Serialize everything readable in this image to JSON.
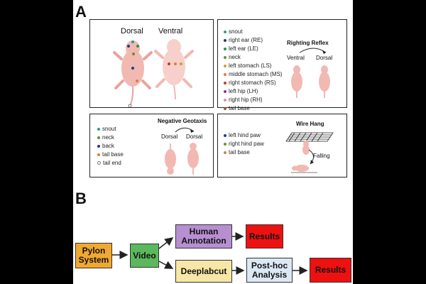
{
  "panelA": {
    "letter": "A",
    "pup_views": {
      "dorsal": "Dorsal",
      "ventral": "Ventral"
    },
    "keypoints_full": [
      {
        "label": "snout",
        "color": "#2a9d8f"
      },
      {
        "label": "right ear (RE)",
        "color": "#1f3b8c"
      },
      {
        "label": "left ear (LE)",
        "color": "#2e8b57"
      },
      {
        "label": "neck",
        "color": "#6a8f2a"
      },
      {
        "label": "left stomach (LS)",
        "color": "#c9a227"
      },
      {
        "label": "middle stomach (MS)",
        "color": "#e07b39"
      },
      {
        "label": "right stomach (RS)",
        "color": "#c0392b"
      },
      {
        "label": "left hip (LH)",
        "color": "#7d3c98"
      },
      {
        "label": "right hip (RH)",
        "color": "#d98cb3"
      },
      {
        "label": "tail base",
        "color": "#a0522d"
      }
    ],
    "righting_reflex": {
      "title": "Righting Reflex",
      "from": "Ventral",
      "to": "Dorsal"
    },
    "keypoints_geotaxis": [
      {
        "label": "snout",
        "color": "#2a9d8f"
      },
      {
        "label": "neck",
        "color": "#6a8f2a"
      },
      {
        "label": "back",
        "color": "#1f3b8c"
      },
      {
        "label": "tail base",
        "color": "#e07b39"
      },
      {
        "label": "tail end",
        "color": "#d98cb3"
      }
    ],
    "negative_geotaxis": {
      "title": "Negative Geotaxis",
      "from": "Dorsal",
      "to": "Dorsal"
    },
    "keypoints_wire": [
      {
        "label": "left hind paw",
        "color": "#1f3b8c"
      },
      {
        "label": "right hind paw",
        "color": "#6a8f2a"
      },
      {
        "label": "tail base",
        "color": "#e07b39"
      }
    ],
    "wire_hang": {
      "title": "Wire Hang",
      "falling": "Falling"
    }
  },
  "panelB": {
    "letter": "B",
    "nodes": {
      "pylon": {
        "label": "Pylon System",
        "color": "#f0a830"
      },
      "video": {
        "label": "Video",
        "color": "#5cb85c"
      },
      "human": {
        "label": "Human Annotation",
        "color": "#b78fd1"
      },
      "results_top": {
        "label": "Results",
        "color": "#ee1111"
      },
      "dlc": {
        "label": "Deeplabcut",
        "color": "#f6e7a6"
      },
      "posthoc": {
        "label": "Post-hoc Analysis",
        "color": "#dde8f5"
      },
      "results_bottom": {
        "label": "Results",
        "color": "#ee1111"
      }
    }
  }
}
